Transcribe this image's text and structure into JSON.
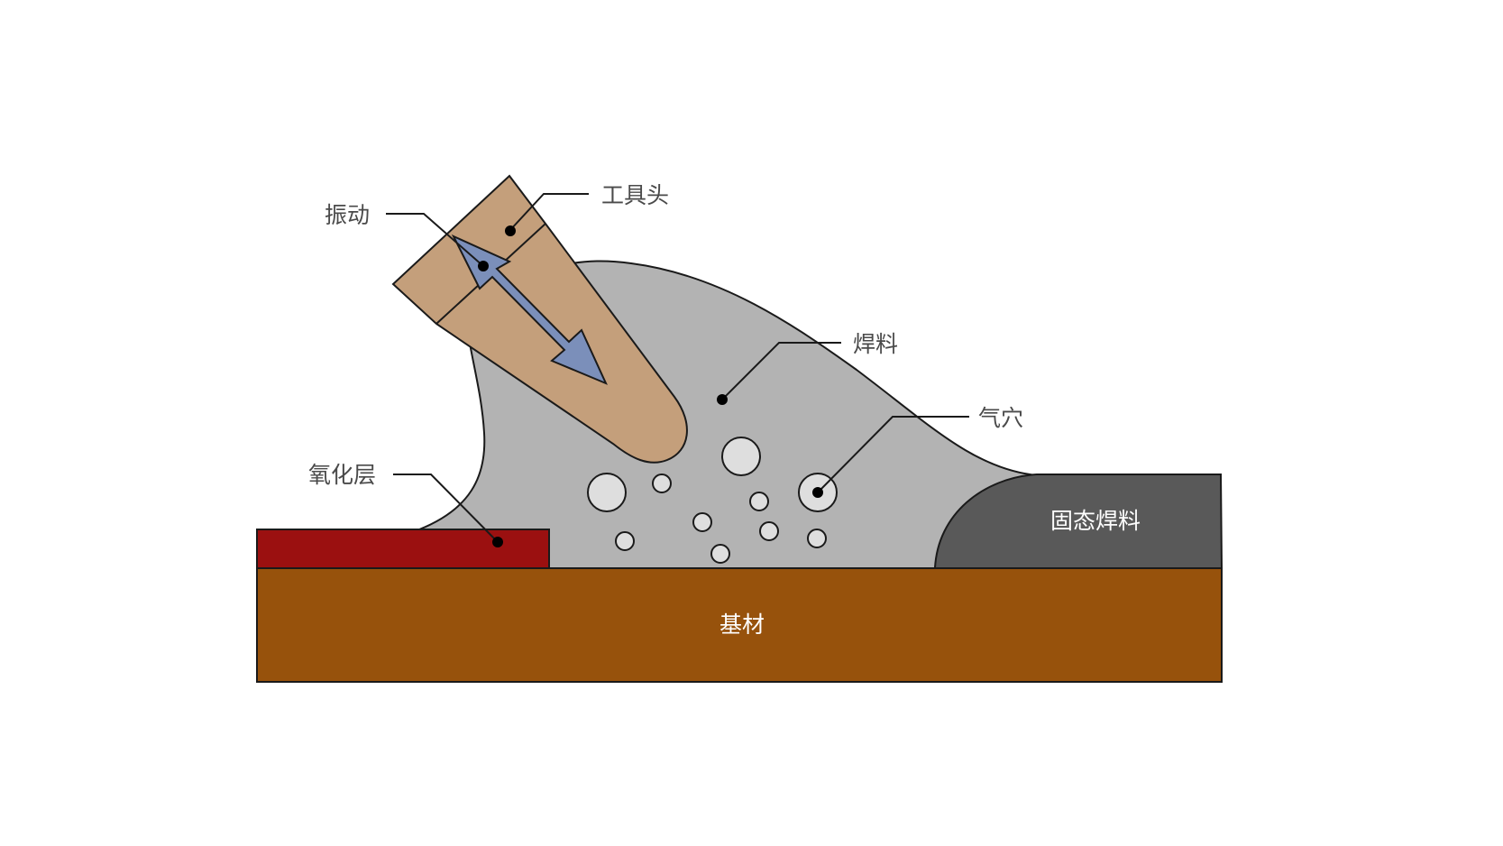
{
  "labels": {
    "tool_head": "工具头",
    "vibration": "振动",
    "solder": "焊料",
    "pores": "气穴",
    "oxide_layer": "氧化层",
    "solid_solder": "固态焊料",
    "substrate": "基材"
  },
  "colors": {
    "substrate": "#97520c",
    "oxide_layer": "#9b1010",
    "molten_solder": "#b3b3b3",
    "solid_solder": "#595959",
    "tool_head": "#c49f7b",
    "vibration_arrow": "#7b8fba",
    "pore_fill": "#dedede",
    "outline": "#1a1a1a"
  }
}
